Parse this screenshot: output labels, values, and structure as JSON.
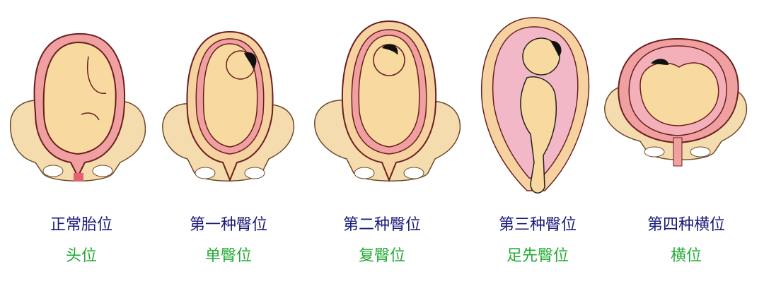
{
  "figure": {
    "panels": [
      {
        "title": "正常胎位",
        "subtitle": "头位",
        "icon": "cephalic-presentation-illustration"
      },
      {
        "title": "第一种臀位",
        "subtitle": "单臀位",
        "icon": "frank-breech-illustration"
      },
      {
        "title": "第二种臀位",
        "subtitle": "复臀位",
        "icon": "complete-breech-illustration"
      },
      {
        "title": "第三种臀位",
        "subtitle": "足先臀位",
        "icon": "footling-breech-illustration"
      },
      {
        "title": "第四种横位",
        "subtitle": "横位",
        "icon": "transverse-lie-illustration"
      }
    ],
    "colors": {
      "title": "#1a1a7a",
      "subtitle": "#22aa33",
      "skin": "#f8d9a0",
      "uterus": "#f0a0a0",
      "uterus_inner": "#f3b8c8",
      "pelvis": "#f5dcae",
      "outline": "#6b1f1f",
      "hair": "#111111"
    }
  }
}
